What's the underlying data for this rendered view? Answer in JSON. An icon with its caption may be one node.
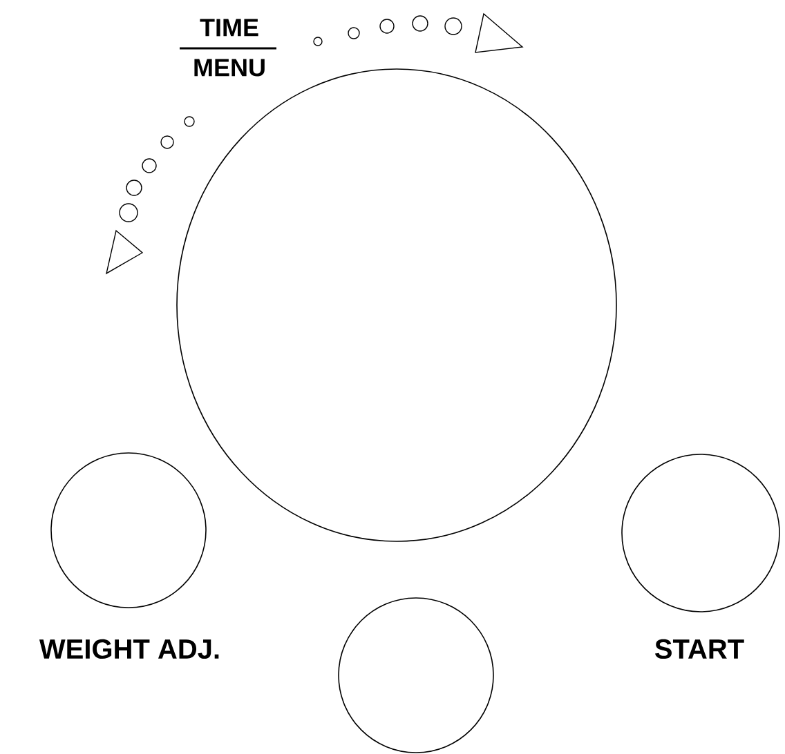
{
  "diagram": {
    "nodes": [
      {
        "text": [],
        "shape": "circle",
        "beside": [
          "TIME",
          "MENU"
        ]
      },
      {
        "text": [
          "WEIGHT ADJ."
        ]
      },
      {
        "text": [
          "START"
        ]
      },
      {
        "text": [],
        "shape": "circle"
      }
    ]
  }
}
